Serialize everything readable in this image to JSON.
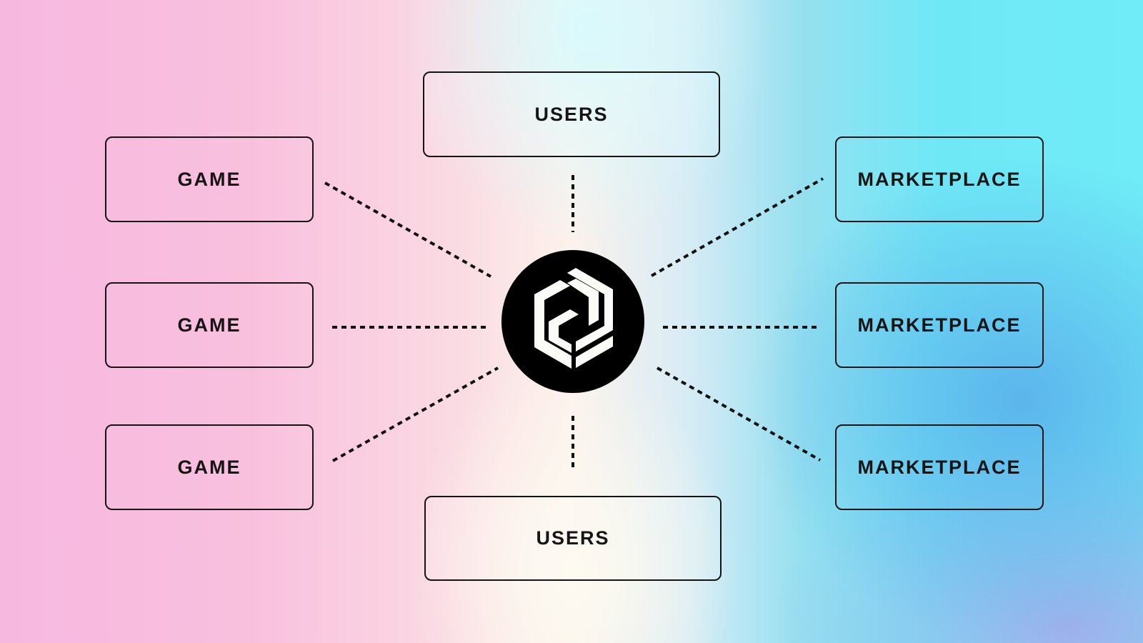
{
  "diagram": {
    "hub": {
      "icon": "hexagon-logo-icon",
      "color": "#000000",
      "icon_color": "#ffffff"
    },
    "nodes": {
      "users_top": "USERS",
      "users_bottom": "USERS",
      "game_1": "GAME",
      "game_2": "GAME",
      "game_3": "GAME",
      "marketplace_1": "MARKETPLACE",
      "marketplace_2": "MARKETPLACE",
      "marketplace_3": "MARKETPLACE"
    },
    "connector_style": "dotted",
    "colors": {
      "background_left": "#f7b8e0",
      "background_center": "#fcf2ec",
      "background_right": "#6fecf7",
      "background_bottom_right": "#a5aaeb",
      "border": "#141414",
      "text": "#151515"
    }
  }
}
